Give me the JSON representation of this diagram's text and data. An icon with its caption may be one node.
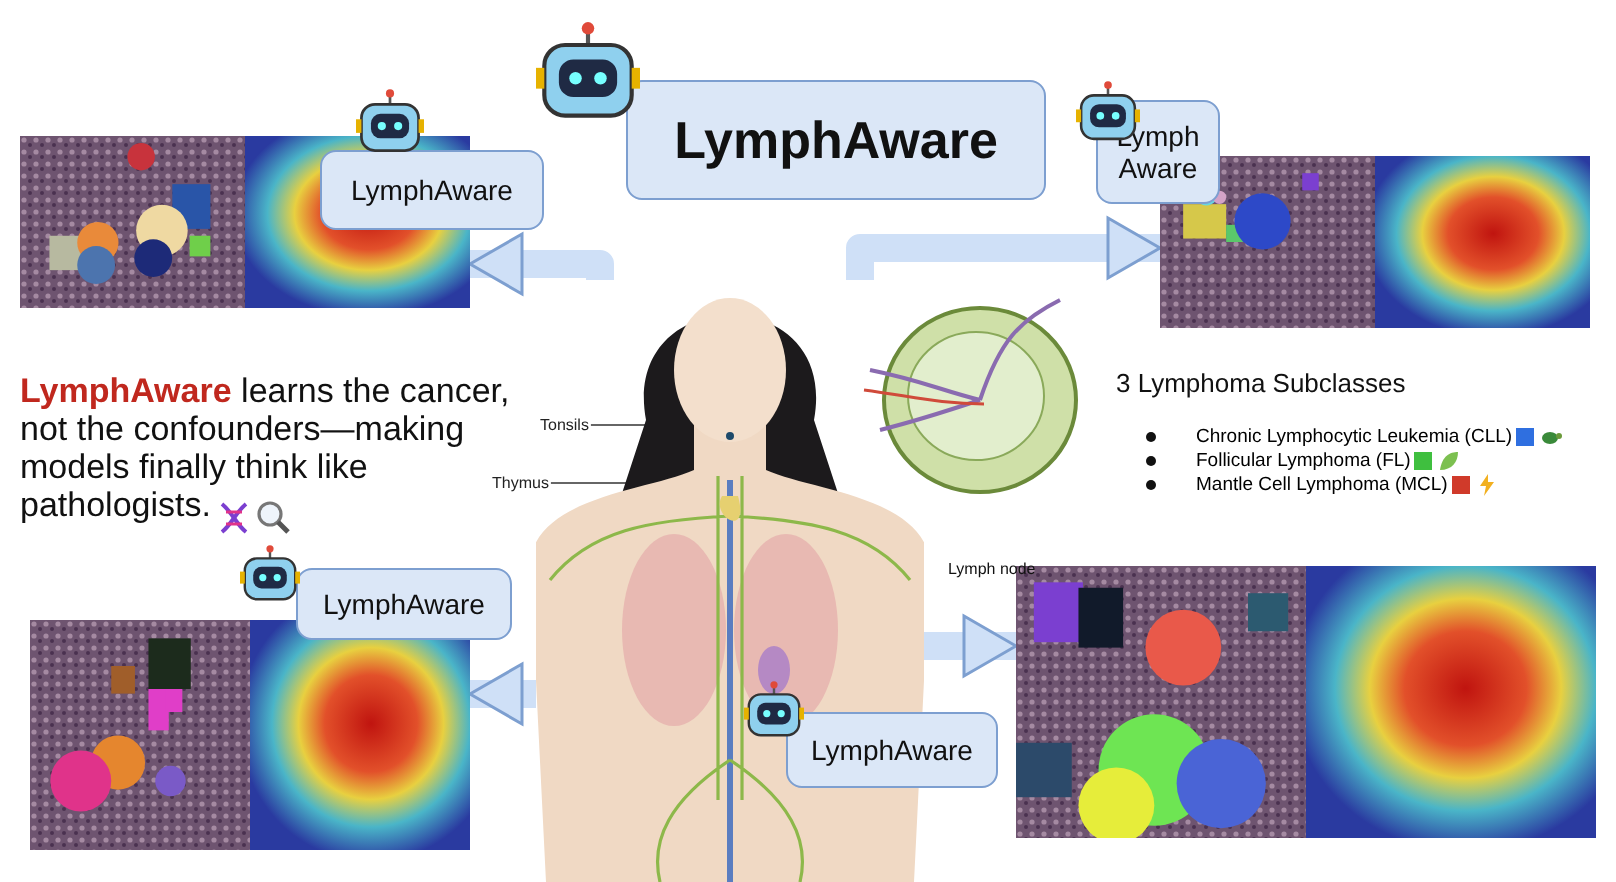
{
  "diagram": {
    "nodes": [
      {
        "text": [
          "LymphAware"
        ]
      },
      {
        "text": [
          "LymphAware"
        ]
      },
      {
        "text": [
          "Lymph Aware"
        ]
      },
      {
        "text": [
          "LymphAware"
        ]
      },
      {
        "text": [
          "LymphAware"
        ]
      },
      {
        "text": [],
        "shape": "picture"
      },
      {
        "text": [],
        "shape": "picture"
      },
      {
        "text": [],
        "shape": "picture"
      },
      {
        "text": [],
        "shape": "picture"
      },
      {
        "text": [],
        "shape": "picture"
      },
      {
        "text": [
          "Tonsils"
        ]
      },
      {
        "text": [
          "Thymus"
        ]
      }
    ],
    "edges": [
      {
        "from": 9,
        "to": 5,
        "arrow": "to"
      },
      {
        "from": 9,
        "to": 6,
        "arrow": "to"
      },
      {
        "from": 9,
        "to": 7,
        "arrow": "to"
      },
      {
        "from": 9,
        "to": 8,
        "arrow": "to"
      },
      {
        "from": 10,
        "to": 9,
        "arrow": "none",
        "color": "#333333"
      },
      {
        "from": 11,
        "to": 9,
        "arrow": "none",
        "color": "#333333"
      }
    ],
    "labels": [
      "**LymphAware** learns the cancer, not the confounders—making models finally think like pathologists.",
      "Lymph node",
      "3 Lymphoma Subclasses"
    ],
    "legend": [
      {
        "text": "Chronic Lymphocytic Leukemia (CLL)",
        "color": "#2f6fe0"
      },
      {
        "text": "Follicular Lymphoma (FL)",
        "color": "#3fbf3f"
      },
      {
        "text": "Mantle Cell Lymphoma (MCL)",
        "color": "#d03a2a"
      }
    ]
  }
}
